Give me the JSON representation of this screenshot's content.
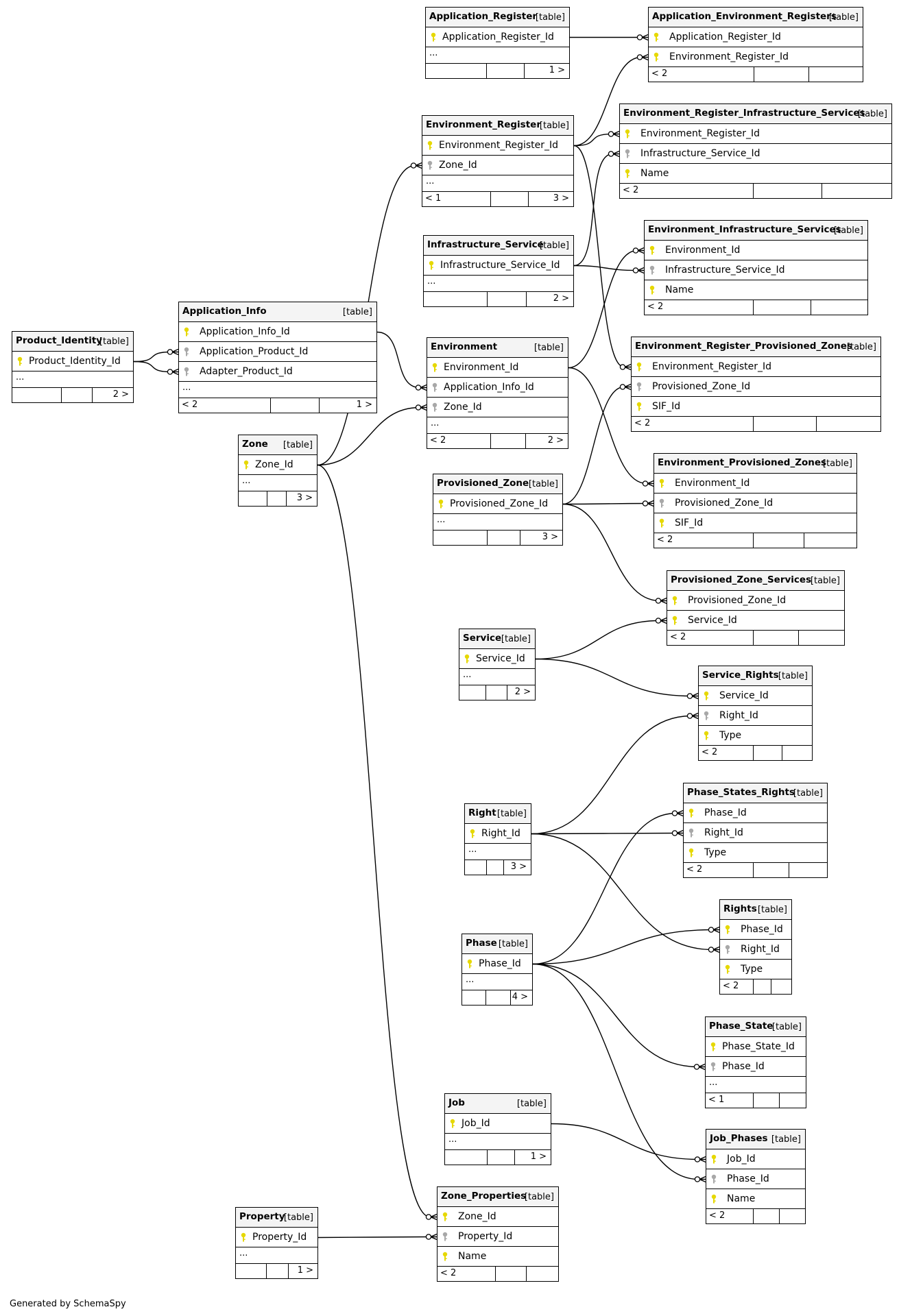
{
  "footer_text": "Generated by SchemaSpy",
  "type_label": "[table]",
  "ellipsis": "...",
  "colors": {
    "primary_key": "#e6d800",
    "foreign_key": "#a8a8a8",
    "line": "#000000",
    "header_bg": "#f4f4f4"
  },
  "tables": [
    {
      "id": "application_register",
      "name": "Application_Register",
      "columns": [
        {
          "name": "Application_Register_Id",
          "key": "pk"
        }
      ],
      "ellipsis": true,
      "left": "",
      "right": "1 >"
    },
    {
      "id": "application_environment_registers",
      "name": "Application_Environment_Registers",
      "columns": [
        {
          "name": "Application_Register_Id",
          "key": "pk"
        },
        {
          "name": "Environment_Register_Id",
          "key": "pk"
        }
      ],
      "ellipsis": false,
      "left": "< 2",
      "right": ""
    },
    {
      "id": "environment_register",
      "name": "Environment_Register",
      "columns": [
        {
          "name": "Environment_Register_Id",
          "key": "pk"
        },
        {
          "name": "Zone_Id",
          "key": "fk"
        }
      ],
      "ellipsis": true,
      "left": "< 1",
      "right": "3 >"
    },
    {
      "id": "environment_register_infrastructure_services",
      "name": "Environment_Register_Infrastructure_Services",
      "columns": [
        {
          "name": "Environment_Register_Id",
          "key": "pk"
        },
        {
          "name": "Infrastructure_Service_Id",
          "key": "fk"
        },
        {
          "name": "Name",
          "key": "pk"
        }
      ],
      "ellipsis": false,
      "left": "< 2",
      "right": ""
    },
    {
      "id": "infrastructure_service",
      "name": "Infrastructure_Service",
      "columns": [
        {
          "name": "Infrastructure_Service_Id",
          "key": "pk"
        }
      ],
      "ellipsis": true,
      "left": "",
      "right": "2 >"
    },
    {
      "id": "environment_infrastructure_services",
      "name": "Environment_Infrastructure_Services",
      "columns": [
        {
          "name": "Environment_Id",
          "key": "pk"
        },
        {
          "name": "Infrastructure_Service_Id",
          "key": "fk"
        },
        {
          "name": "Name",
          "key": "pk"
        }
      ],
      "ellipsis": false,
      "left": "< 2",
      "right": ""
    },
    {
      "id": "application_info",
      "name": "Application_Info",
      "columns": [
        {
          "name": "Application_Info_Id",
          "key": "pk"
        },
        {
          "name": "Application_Product_Id",
          "key": "fk"
        },
        {
          "name": "Adapter_Product_Id",
          "key": "fk"
        }
      ],
      "ellipsis": true,
      "left": "< 2",
      "right": "1 >"
    },
    {
      "id": "product_identity",
      "name": "Product_Identity",
      "columns": [
        {
          "name": "Product_Identity_Id",
          "key": "pk"
        }
      ],
      "ellipsis": true,
      "left": "",
      "right": "2 >"
    },
    {
      "id": "environment",
      "name": "Environment",
      "columns": [
        {
          "name": "Environment_Id",
          "key": "pk"
        },
        {
          "name": "Application_Info_Id",
          "key": "fk"
        },
        {
          "name": "Zone_Id",
          "key": "fk"
        }
      ],
      "ellipsis": true,
      "left": "< 2",
      "right": "2 >"
    },
    {
      "id": "environment_register_provisioned_zones",
      "name": "Environment_Register_Provisioned_Zones",
      "columns": [
        {
          "name": "Environment_Register_Id",
          "key": "pk"
        },
        {
          "name": "Provisioned_Zone_Id",
          "key": "fk"
        },
        {
          "name": "SIF_Id",
          "key": "pk"
        }
      ],
      "ellipsis": false,
      "left": "< 2",
      "right": ""
    },
    {
      "id": "zone",
      "name": "Zone",
      "columns": [
        {
          "name": "Zone_Id",
          "key": "pk"
        }
      ],
      "ellipsis": true,
      "left": "",
      "right": "3 >"
    },
    {
      "id": "provisioned_zone",
      "name": "Provisioned_Zone",
      "columns": [
        {
          "name": "Provisioned_Zone_Id",
          "key": "pk"
        }
      ],
      "ellipsis": true,
      "left": "",
      "right": "3 >"
    },
    {
      "id": "environment_provisioned_zones",
      "name": "Environment_Provisioned_Zones",
      "columns": [
        {
          "name": "Environment_Id",
          "key": "pk"
        },
        {
          "name": "Provisioned_Zone_Id",
          "key": "fk"
        },
        {
          "name": "SIF_Id",
          "key": "pk"
        }
      ],
      "ellipsis": false,
      "left": "< 2",
      "right": ""
    },
    {
      "id": "provisioned_zone_services",
      "name": "Provisioned_Zone_Services",
      "columns": [
        {
          "name": "Provisioned_Zone_Id",
          "key": "pk"
        },
        {
          "name": "Service_Id",
          "key": "pk"
        }
      ],
      "ellipsis": false,
      "left": "< 2",
      "right": ""
    },
    {
      "id": "service",
      "name": "Service",
      "columns": [
        {
          "name": "Service_Id",
          "key": "pk"
        }
      ],
      "ellipsis": true,
      "left": "",
      "right": "2 >"
    },
    {
      "id": "service_rights",
      "name": "Service_Rights",
      "columns": [
        {
          "name": "Service_Id",
          "key": "pk"
        },
        {
          "name": "Right_Id",
          "key": "fk"
        },
        {
          "name": "Type",
          "key": "pk"
        }
      ],
      "ellipsis": false,
      "left": "< 2",
      "right": ""
    },
    {
      "id": "right",
      "name": "Right",
      "columns": [
        {
          "name": "Right_Id",
          "key": "pk"
        }
      ],
      "ellipsis": true,
      "left": "",
      "right": "3 >"
    },
    {
      "id": "phase_states_rights",
      "name": "Phase_States_Rights",
      "columns": [
        {
          "name": "Phase_Id",
          "key": "pk"
        },
        {
          "name": "Right_Id",
          "key": "fk"
        },
        {
          "name": "Type",
          "key": "pk"
        }
      ],
      "ellipsis": false,
      "left": "< 2",
      "right": ""
    },
    {
      "id": "rights",
      "name": "Rights",
      "columns": [
        {
          "name": "Phase_Id",
          "key": "pk"
        },
        {
          "name": "Right_Id",
          "key": "fk"
        },
        {
          "name": "Type",
          "key": "pk"
        }
      ],
      "ellipsis": false,
      "left": "< 2",
      "right": ""
    },
    {
      "id": "phase",
      "name": "Phase",
      "columns": [
        {
          "name": "Phase_Id",
          "key": "pk"
        }
      ],
      "ellipsis": true,
      "left": "",
      "right": "4 >"
    },
    {
      "id": "phase_state",
      "name": "Phase_State",
      "columns": [
        {
          "name": "Phase_State_Id",
          "key": "pk"
        },
        {
          "name": "Phase_Id",
          "key": "fk"
        }
      ],
      "ellipsis": true,
      "left": "< 1",
      "right": ""
    },
    {
      "id": "job",
      "name": "Job",
      "columns": [
        {
          "name": "Job_Id",
          "key": "pk"
        }
      ],
      "ellipsis": true,
      "left": "",
      "right": "1 >"
    },
    {
      "id": "job_phases",
      "name": "Job_Phases",
      "columns": [
        {
          "name": "Job_Id",
          "key": "pk"
        },
        {
          "name": "Phase_Id",
          "key": "fk"
        },
        {
          "name": "Name",
          "key": "pk"
        }
      ],
      "ellipsis": false,
      "left": "< 2",
      "right": ""
    },
    {
      "id": "property",
      "name": "Property",
      "columns": [
        {
          "name": "Property_Id",
          "key": "pk"
        }
      ],
      "ellipsis": true,
      "left": "",
      "right": "1 >"
    },
    {
      "id": "zone_properties",
      "name": "Zone_Properties",
      "columns": [
        {
          "name": "Zone_Id",
          "key": "pk"
        },
        {
          "name": "Property_Id",
          "key": "fk"
        },
        {
          "name": "Name",
          "key": "pk"
        }
      ],
      "ellipsis": false,
      "left": "< 2",
      "right": ""
    }
  ],
  "relationships": [
    {
      "from": "application_register",
      "from_col": "Application_Register_Id",
      "to": "application_environment_registers",
      "to_col": "Application_Register_Id"
    },
    {
      "from": "environment_register",
      "from_col": "Environment_Register_Id",
      "to": "application_environment_registers",
      "to_col": "Environment_Register_Id"
    },
    {
      "from": "environment_register",
      "from_col": "Environment_Register_Id",
      "to": "environment_register_infrastructure_services",
      "to_col": "Environment_Register_Id"
    },
    {
      "from": "infrastructure_service",
      "from_col": "Infrastructure_Service_Id",
      "to": "environment_register_infrastructure_services",
      "to_col": "Infrastructure_Service_Id"
    },
    {
      "from": "environment",
      "from_col": "Environment_Id",
      "to": "environment_infrastructure_services",
      "to_col": "Environment_Id"
    },
    {
      "from": "infrastructure_service",
      "from_col": "Infrastructure_Service_Id",
      "to": "environment_infrastructure_services",
      "to_col": "Infrastructure_Service_Id"
    },
    {
      "from": "environment_register",
      "from_col": "Environment_Register_Id",
      "to": "environment_register_provisioned_zones",
      "to_col": "Environment_Register_Id"
    },
    {
      "from": "provisioned_zone",
      "from_col": "Provisioned_Zone_Id",
      "to": "environment_register_provisioned_zones",
      "to_col": "Provisioned_Zone_Id"
    },
    {
      "from": "environment",
      "from_col": "Environment_Id",
      "to": "environment_provisioned_zones",
      "to_col": "Environment_Id"
    },
    {
      "from": "provisioned_zone",
      "from_col": "Provisioned_Zone_Id",
      "to": "environment_provisioned_zones",
      "to_col": "Provisioned_Zone_Id"
    },
    {
      "from": "provisioned_zone",
      "from_col": "Provisioned_Zone_Id",
      "to": "provisioned_zone_services",
      "to_col": "Provisioned_Zone_Id"
    },
    {
      "from": "service",
      "from_col": "Service_Id",
      "to": "provisioned_zone_services",
      "to_col": "Service_Id"
    },
    {
      "from": "service",
      "from_col": "Service_Id",
      "to": "service_rights",
      "to_col": "Service_Id"
    },
    {
      "from": "right",
      "from_col": "Right_Id",
      "to": "service_rights",
      "to_col": "Right_Id"
    },
    {
      "from": "phase",
      "from_col": "Phase_Id",
      "to": "phase_states_rights",
      "to_col": "Phase_Id"
    },
    {
      "from": "right",
      "from_col": "Right_Id",
      "to": "phase_states_rights",
      "to_col": "Right_Id"
    },
    {
      "from": "phase",
      "from_col": "Phase_Id",
      "to": "rights",
      "to_col": "Phase_Id"
    },
    {
      "from": "right",
      "from_col": "Right_Id",
      "to": "rights",
      "to_col": "Right_Id"
    },
    {
      "from": "phase",
      "from_col": "Phase_Id",
      "to": "phase_state",
      "to_col": "Phase_Id"
    },
    {
      "from": "job",
      "from_col": "Job_Id",
      "to": "job_phases",
      "to_col": "Job_Id"
    },
    {
      "from": "phase",
      "from_col": "Phase_Id",
      "to": "job_phases",
      "to_col": "Phase_Id"
    },
    {
      "from": "zone",
      "from_col": "Zone_Id",
      "to": "zone_properties",
      "to_col": "Zone_Id"
    },
    {
      "from": "property",
      "from_col": "Property_Id",
      "to": "zone_properties",
      "to_col": "Property_Id"
    },
    {
      "from": "zone",
      "from_col": "Zone_Id",
      "to": "environment_register",
      "to_col": "Zone_Id"
    },
    {
      "from": "zone",
      "from_col": "Zone_Id",
      "to": "environment",
      "to_col": "Zone_Id"
    },
    {
      "from": "application_info",
      "from_col": "Application_Info_Id",
      "to": "environment",
      "to_col": "Application_Info_Id"
    },
    {
      "from": "product_identity",
      "from_col": "Product_Identity_Id",
      "to": "application_info",
      "to_col": "Application_Product_Id"
    },
    {
      "from": "product_identity",
      "from_col": "Product_Identity_Id",
      "to": "application_info",
      "to_col": "Adapter_Product_Id"
    }
  ]
}
